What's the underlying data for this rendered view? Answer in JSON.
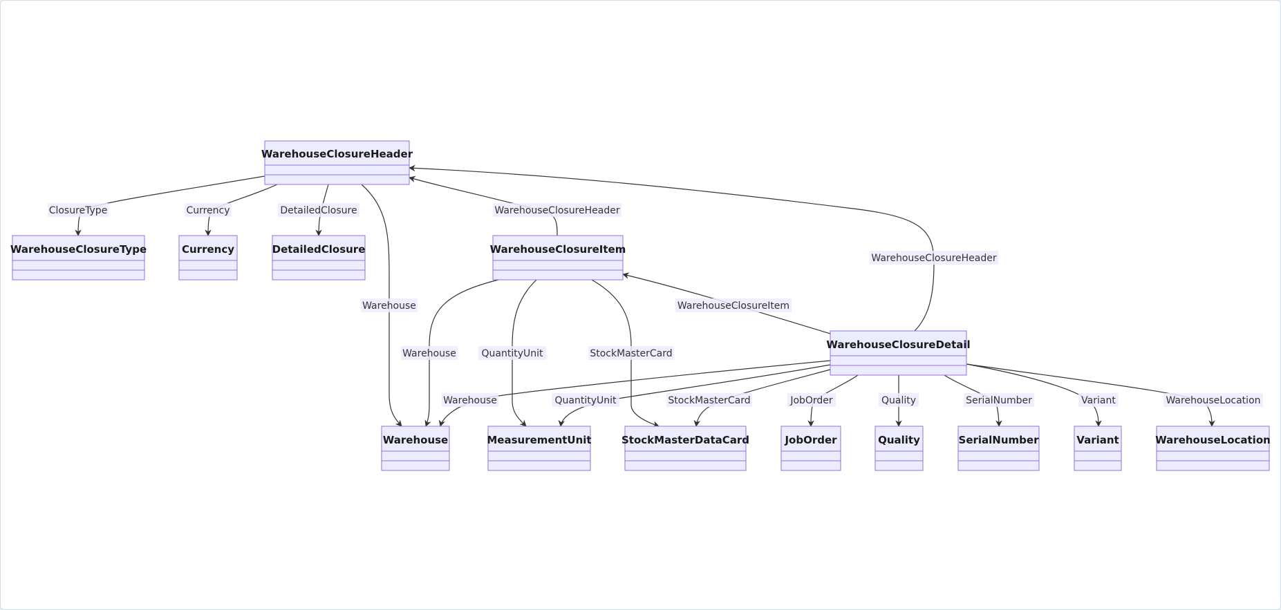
{
  "colors": {
    "node_fill": "#ECECFF",
    "node_stroke": "#9370DB",
    "edge": "#333333",
    "label_bg": "#ECECFF"
  },
  "classes": [
    {
      "id": "warehouseclosureheader",
      "name": "WarehouseClosureHeader"
    },
    {
      "id": "warehouseclosuretype",
      "name": "WarehouseClosureType"
    },
    {
      "id": "currency",
      "name": "Currency"
    },
    {
      "id": "detailedclosure",
      "name": "DetailedClosure"
    },
    {
      "id": "warehouseclosureitem",
      "name": "WarehouseClosureItem"
    },
    {
      "id": "warehouseclosuredetail",
      "name": "WarehouseClosureDetail"
    },
    {
      "id": "warehouse",
      "name": "Warehouse"
    },
    {
      "id": "measurementunit",
      "name": "MeasurementUnit"
    },
    {
      "id": "stockmasterdatacard",
      "name": "StockMasterDataCard"
    },
    {
      "id": "joborder",
      "name": "JobOrder"
    },
    {
      "id": "quality",
      "name": "Quality"
    },
    {
      "id": "serialnumber",
      "name": "SerialNumber"
    },
    {
      "id": "variant",
      "name": "Variant"
    },
    {
      "id": "warehouselocation",
      "name": "WarehouseLocation"
    }
  ],
  "relations": [
    {
      "id": "r1",
      "from": "WarehouseClosureHeader",
      "to": "WarehouseClosureType",
      "label": "ClosureType"
    },
    {
      "id": "r2",
      "from": "WarehouseClosureHeader",
      "to": "Currency",
      "label": "Currency"
    },
    {
      "id": "r3",
      "from": "WarehouseClosureHeader",
      "to": "DetailedClosure",
      "label": "DetailedClosure"
    },
    {
      "id": "r4",
      "from": "WarehouseClosureHeader",
      "to": "Warehouse",
      "label": "Warehouse"
    },
    {
      "id": "r5",
      "from": "WarehouseClosureItem",
      "to": "WarehouseClosureHeader",
      "label": "WarehouseClosureHeader"
    },
    {
      "id": "r6",
      "from": "WarehouseClosureDetail",
      "to": "WarehouseClosureHeader",
      "label": "WarehouseClosureHeader"
    },
    {
      "id": "r7",
      "from": "WarehouseClosureItem",
      "to": "Warehouse",
      "label": "Warehouse"
    },
    {
      "id": "r8",
      "from": "WarehouseClosureItem",
      "to": "MeasurementUnit",
      "label": "QuantityUnit"
    },
    {
      "id": "r9",
      "from": "WarehouseClosureItem",
      "to": "StockMasterDataCard",
      "label": "StockMasterCard"
    },
    {
      "id": "r10",
      "from": "WarehouseClosureDetail",
      "to": "WarehouseClosureItem",
      "label": "WarehouseClosureItem"
    },
    {
      "id": "r11",
      "from": "WarehouseClosureDetail",
      "to": "Warehouse",
      "label": "Warehouse"
    },
    {
      "id": "r12",
      "from": "WarehouseClosureDetail",
      "to": "MeasurementUnit",
      "label": "QuantityUnit"
    },
    {
      "id": "r13",
      "from": "WarehouseClosureDetail",
      "to": "StockMasterDataCard",
      "label": "StockMasterCard"
    },
    {
      "id": "r14",
      "from": "WarehouseClosureDetail",
      "to": "JobOrder",
      "label": "JobOrder"
    },
    {
      "id": "r15",
      "from": "WarehouseClosureDetail",
      "to": "Quality",
      "label": "Quality"
    },
    {
      "id": "r16",
      "from": "WarehouseClosureDetail",
      "to": "SerialNumber",
      "label": "SerialNumber"
    },
    {
      "id": "r17",
      "from": "WarehouseClosureDetail",
      "to": "Variant",
      "label": "Variant"
    },
    {
      "id": "r18",
      "from": "WarehouseClosureDetail",
      "to": "WarehouseLocation",
      "label": "WarehouseLocation"
    }
  ]
}
